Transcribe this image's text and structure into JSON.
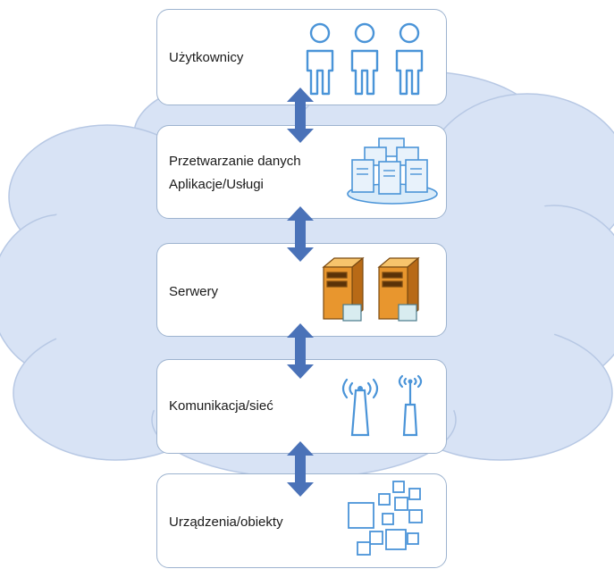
{
  "colors": {
    "cloud_fill": "#d8e3f5",
    "cloud_stroke": "#b7c8e4",
    "box_border": "#9db3cf",
    "icon_blue": "#4a94d8",
    "arrow_blue": "#4a72b8",
    "server_orange": "#e8962e"
  },
  "layers": [
    {
      "label": "Użytkownicy",
      "icon": "users-icon"
    },
    {
      "label_line1": "Przetwarzanie danych",
      "label_line2": "Aplikacje/Usługi",
      "icon": "data-processing-icon"
    },
    {
      "label": "Serwery",
      "icon": "server-icon"
    },
    {
      "label": "Komunikacja/sieć",
      "icon": "antenna-icon"
    },
    {
      "label": "Urządzenia/obiekty",
      "icon": "devices-icon"
    }
  ]
}
